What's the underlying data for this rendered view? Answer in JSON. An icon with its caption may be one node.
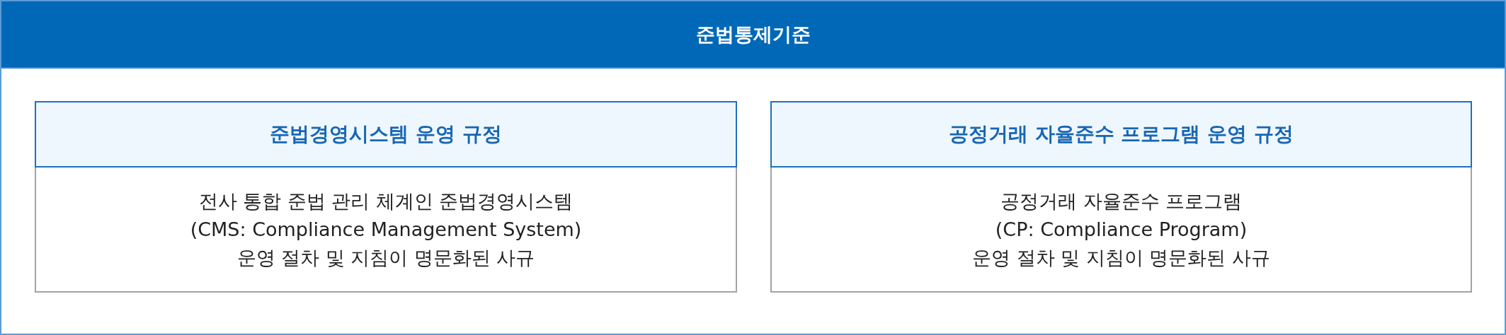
{
  "diagram": {
    "nodes": [
      {
        "text": [
          "준법통제기준"
        ]
      },
      {
        "text": [
          "준법경영시스템 운영 규정",
          "전사 통합 준법 관리 체계인 준법경영시스템 (CMS: Compliance Management System) 운영 절차 및 지침이 명문화된 사규"
        ],
        "in": 0
      },
      {
        "text": [
          "공정거래 자율준수 프로그램 운영 규정",
          "공정거래 자율준수 프로그램 (CP: Compliance Program) 운영 절차 및 지침이 명문화된 사규"
        ],
        "in": 0
      }
    ]
  }
}
